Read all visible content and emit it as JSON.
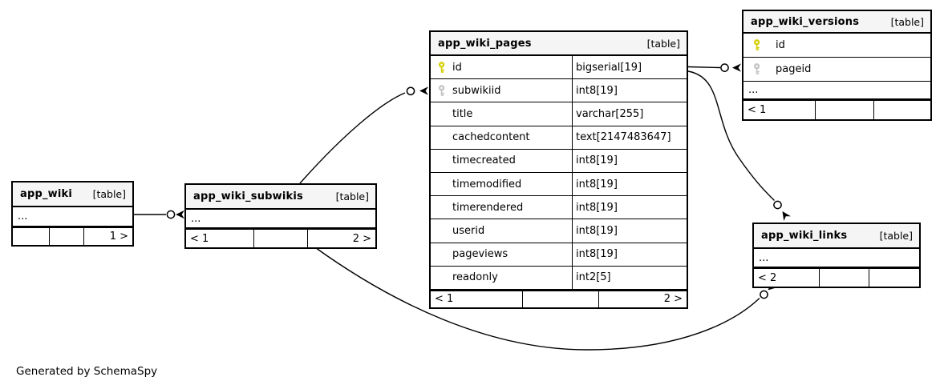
{
  "footer_note": "Generated by SchemaSpy",
  "colors": {
    "pk_key": "#d6cf00",
    "fk_key": "#c4c4c4",
    "header_bg": "#f5f5f5",
    "line": "#000000"
  },
  "icons": {
    "primary_key": "key-icon-yellow",
    "foreign_key": "key-icon-gray"
  },
  "tables": {
    "app_wiki_pages": {
      "name": "app_wiki_pages",
      "tag": "[table]",
      "columns": [
        {
          "name": "id",
          "type": "bigserial[19]",
          "key": "pk"
        },
        {
          "name": "subwikiid",
          "type": "int8[19]",
          "key": "fk"
        },
        {
          "name": "title",
          "type": "varchar[255]",
          "key": ""
        },
        {
          "name": "cachedcontent",
          "type": "text[2147483647]",
          "key": ""
        },
        {
          "name": "timecreated",
          "type": "int8[19]",
          "key": ""
        },
        {
          "name": "timemodified",
          "type": "int8[19]",
          "key": ""
        },
        {
          "name": "timerendered",
          "type": "int8[19]",
          "key": ""
        },
        {
          "name": "userid",
          "type": "int8[19]",
          "key": ""
        },
        {
          "name": "pageviews",
          "type": "int8[19]",
          "key": ""
        },
        {
          "name": "readonly",
          "type": "int2[5]",
          "key": ""
        }
      ],
      "footer": {
        "left": "< 1",
        "mid": "",
        "right": "2 >"
      }
    },
    "app_wiki_versions": {
      "name": "app_wiki_versions",
      "tag": "[table]",
      "columns": [
        {
          "name": "id",
          "key": "pk"
        },
        {
          "name": "pageid",
          "key": "fk"
        }
      ],
      "dots": "...",
      "footer": {
        "left": "< 1",
        "mid": "",
        "right": ""
      }
    },
    "app_wiki": {
      "name": "app_wiki",
      "tag": "[table]",
      "dots": "...",
      "footer": {
        "left": "",
        "mid": "",
        "right": "1 >"
      }
    },
    "app_wiki_subwikis": {
      "name": "app_wiki_subwikis",
      "tag": "[table]",
      "dots": "...",
      "footer": {
        "left": "< 1",
        "mid": "",
        "right": "2 >"
      }
    },
    "app_wiki_links": {
      "name": "app_wiki_links",
      "tag": "[table]",
      "dots": "...",
      "footer": {
        "left": "< 2",
        "mid": "",
        "right": ""
      }
    }
  }
}
